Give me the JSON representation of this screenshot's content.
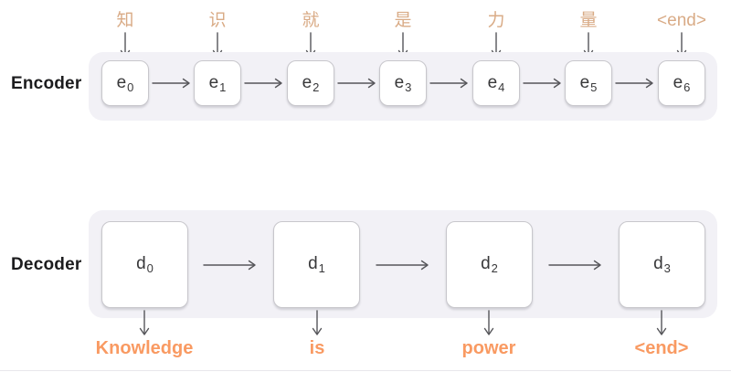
{
  "diagram": {
    "title": "seq2seq encoder-decoder translation diagram",
    "colors": {
      "input_token": "#d9ab86",
      "output_token": "#f99a62",
      "track_background": "#f2f1f6",
      "cell_border": "#c8c7cc",
      "arrow": "#56565a",
      "label_text": "#1c1c1e"
    }
  },
  "encoder": {
    "label": "Encoder",
    "input_tokens": [
      "知",
      "识",
      "就",
      "是",
      "力",
      "量",
      "<end>"
    ],
    "cells": [
      {
        "base": "e",
        "sub": "0"
      },
      {
        "base": "e",
        "sub": "1"
      },
      {
        "base": "e",
        "sub": "2"
      },
      {
        "base": "e",
        "sub": "3"
      },
      {
        "base": "e",
        "sub": "4"
      },
      {
        "base": "e",
        "sub": "5"
      },
      {
        "base": "e",
        "sub": "6"
      }
    ]
  },
  "decoder": {
    "label": "Decoder",
    "cells": [
      {
        "base": "d",
        "sub": "0"
      },
      {
        "base": "d",
        "sub": "1"
      },
      {
        "base": "d",
        "sub": "2"
      },
      {
        "base": "d",
        "sub": "3"
      }
    ],
    "output_tokens": [
      "Knowledge",
      "is",
      "power",
      "<end>"
    ]
  }
}
